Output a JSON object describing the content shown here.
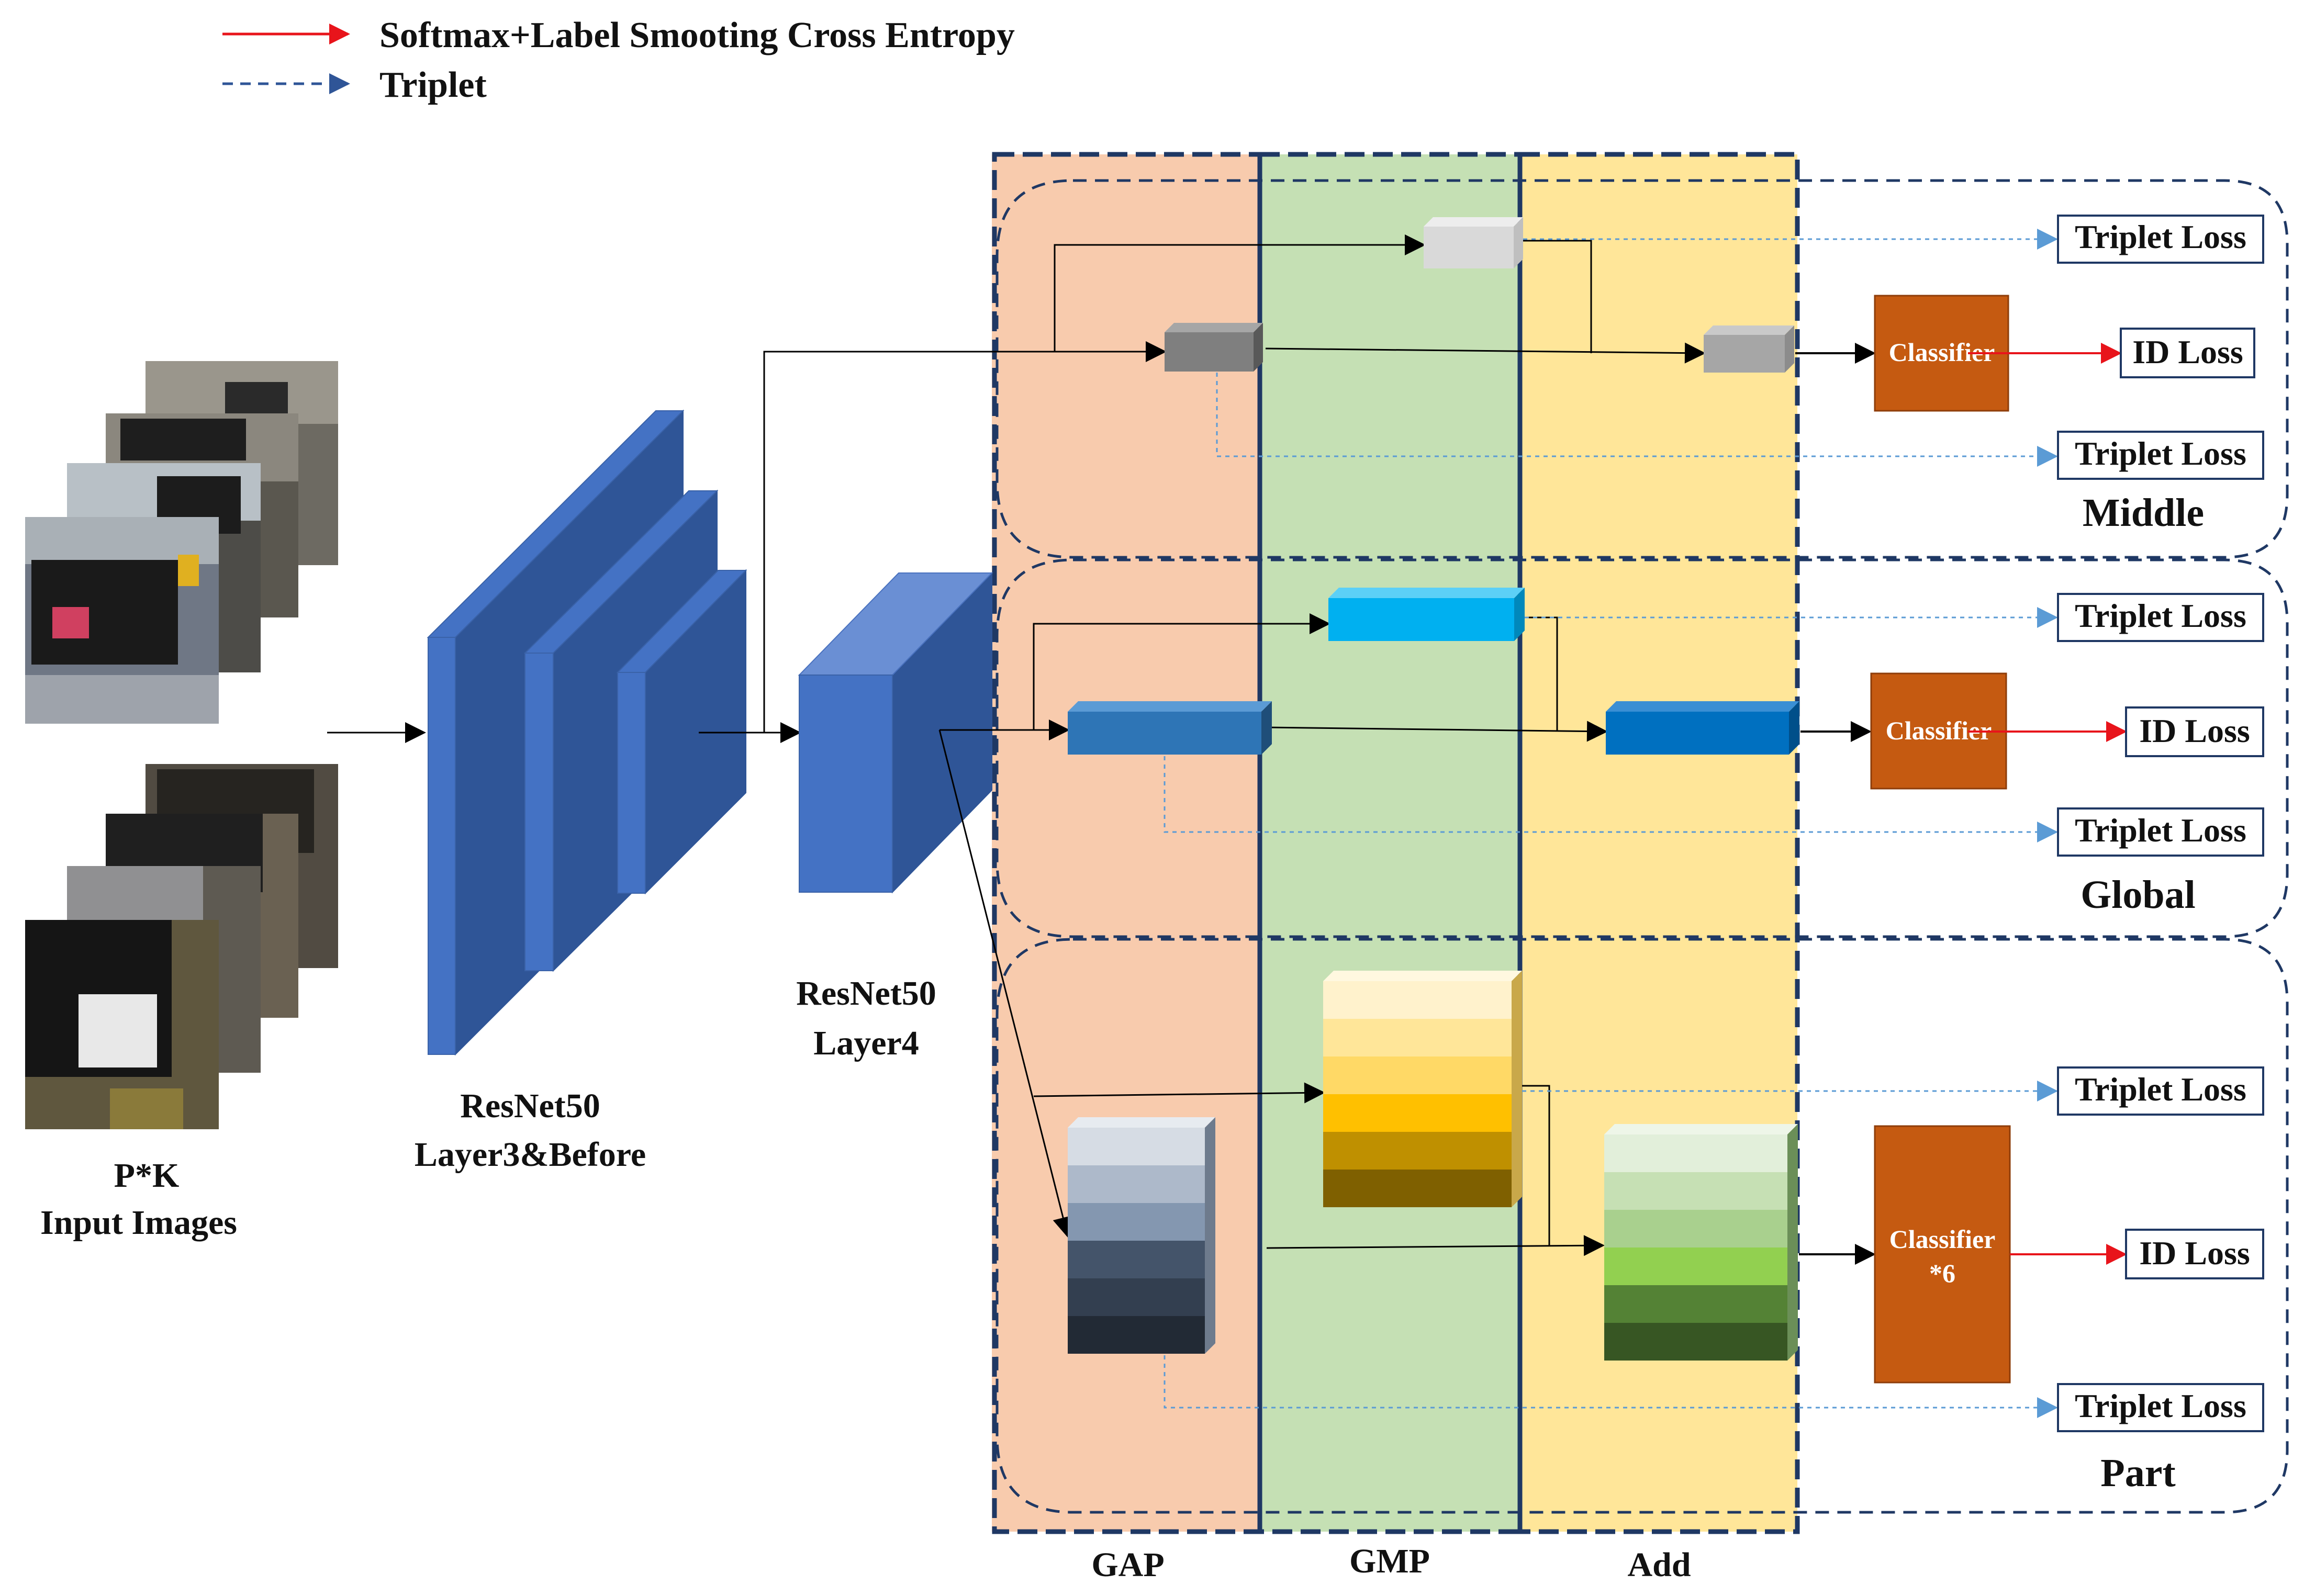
{
  "legend": {
    "ce_label": "Softmax+Label Smooting Cross Entropy",
    "triplet_label": "Triplet"
  },
  "input": {
    "line1": "P*K",
    "line2": "Input Images"
  },
  "layer3": {
    "line1": "ResNet50",
    "line2": "Layer3&Before"
  },
  "layer4": {
    "line1": "ResNet50",
    "line2": "Layer4"
  },
  "pool_columns": {
    "gap": "GAP",
    "gmp": "GMP",
    "add": "Add"
  },
  "branches": {
    "middle": {
      "name": "Middle",
      "triplet_top": "Triplet Loss",
      "classifier": "Classifier",
      "id_loss": "ID Loss",
      "triplet_bottom": "Triplet Loss"
    },
    "global": {
      "name": "Global",
      "triplet_top": "Triplet Loss",
      "classifier": "Classifier",
      "id_loss": "ID Loss",
      "triplet_bottom": "Triplet Loss"
    },
    "part": {
      "name": "Part",
      "triplet_top": "Triplet Loss",
      "classifier_line1": "Classifier",
      "classifier_line2": "*6",
      "id_loss": "ID Loss",
      "triplet_bottom": "Triplet Loss"
    }
  },
  "colors": {
    "ce_arrow": "#e8141b",
    "triplet_arrow": "#5b9bd5",
    "legend_triplet_arrow": "#2f5597",
    "gap_bg": "#f8cbad",
    "gmp_bg": "#c5e0b4",
    "add_bg": "#ffe699",
    "frame": "#1f3864",
    "resnet_blue": "#4472c4",
    "classifier": "#c55a11"
  }
}
